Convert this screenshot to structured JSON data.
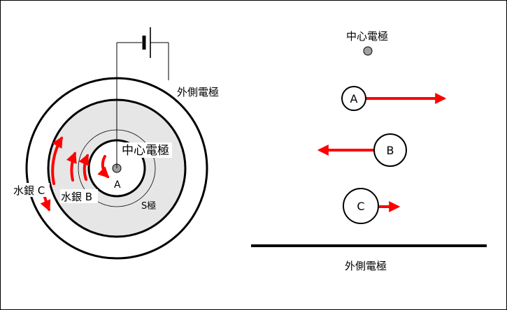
{
  "left": {
    "outer_electrode_label": "外側電極",
    "center_electrode_label": "中心電極",
    "s_pole_label": "S極",
    "point_a_label": "A",
    "mercury_b_label": "水銀 B",
    "mercury_c_label": "水銀 C"
  },
  "right": {
    "center_electrode_label": "中心電極",
    "outer_electrode_label": "外側電極",
    "circle_a_label": "A",
    "circle_b_label": "B",
    "circle_c_label": "C"
  },
  "colors": {
    "arrow": "#ff0000",
    "ring_gray": "#e6e6e6",
    "center_dot": "#a0a0a0"
  }
}
